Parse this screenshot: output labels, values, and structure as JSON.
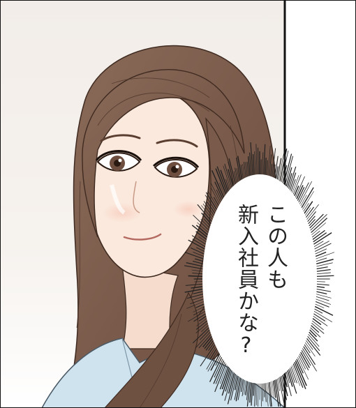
{
  "bubble": {
    "line1": "この人も",
    "line2": "新入社員かな?"
  },
  "colors": {
    "hair": "#7a5a4a",
    "skin": "#fbe9dd",
    "blouse": "#cfe3ef",
    "panel_border": "#111111",
    "background_gradient_start": "#f0ebe6",
    "background_gradient_end": "#ffffff"
  },
  "icons": [
    "woman-portrait",
    "thought-bubble-burst"
  ]
}
